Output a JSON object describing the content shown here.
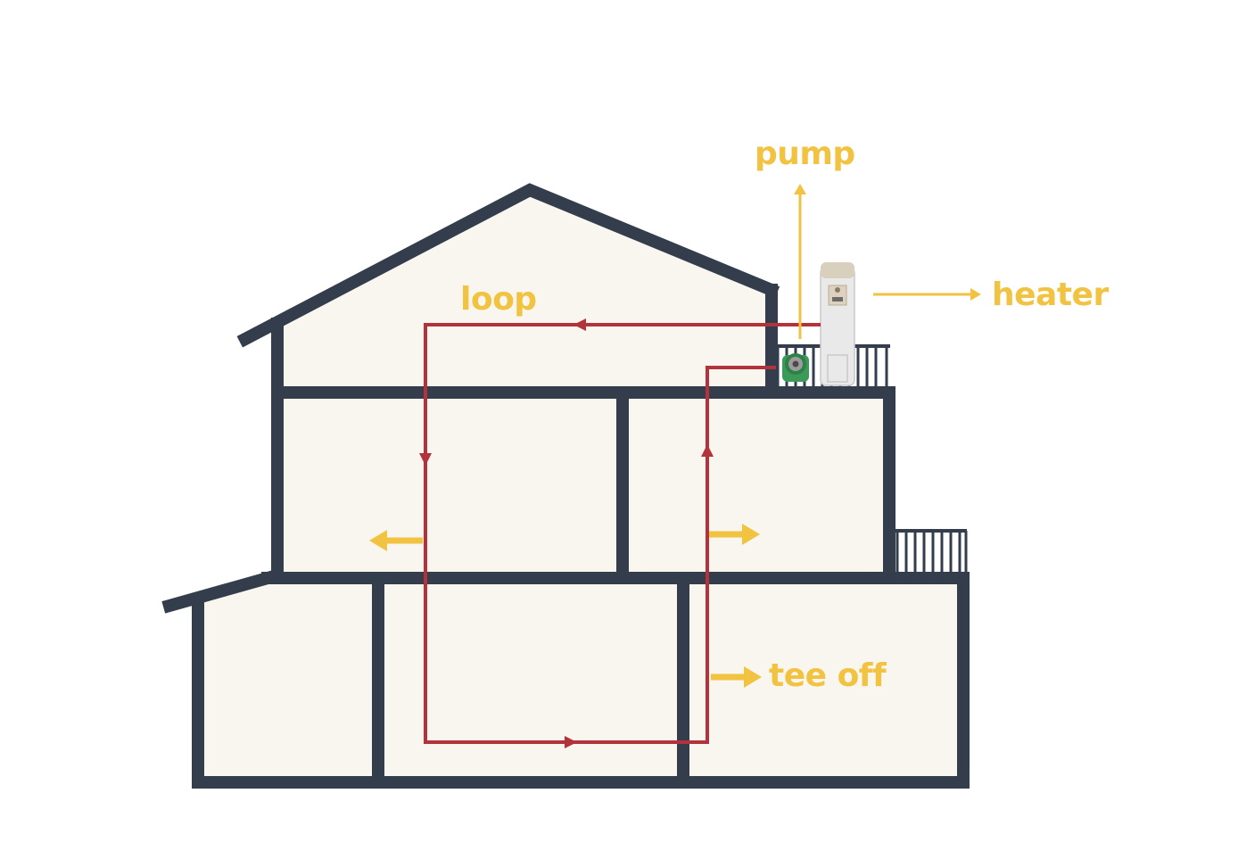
{
  "colors": {
    "background": "#ffffff",
    "wall": "#333d4c",
    "interior": "#f8f6ef",
    "pipe": "#b3333c",
    "label": "#f2c341",
    "heater_body": "#e9e9e9",
    "heater_cap": "#d8cfbd",
    "pump_body": "#3b9a58"
  },
  "labels": {
    "pump": "pump",
    "heater": "heater",
    "loop": "loop",
    "tee_off": "tee off"
  },
  "icons": {
    "pump": "circulator-pump-icon",
    "heater": "water-heater-icon"
  }
}
